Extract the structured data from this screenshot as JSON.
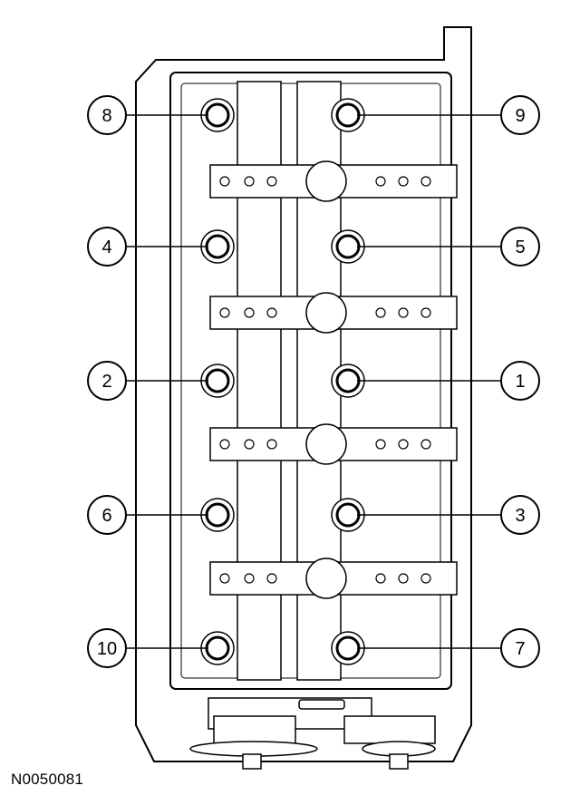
{
  "figure_id": "N0050081",
  "callouts": [
    {
      "label": "8",
      "side": "left",
      "bolt_col": "left",
      "bolt_row": 0
    },
    {
      "label": "9",
      "side": "right",
      "bolt_col": "right",
      "bolt_row": 0
    },
    {
      "label": "4",
      "side": "left",
      "bolt_col": "left",
      "bolt_row": 1
    },
    {
      "label": "5",
      "side": "right",
      "bolt_col": "right",
      "bolt_row": 1
    },
    {
      "label": "2",
      "side": "left",
      "bolt_col": "left",
      "bolt_row": 2
    },
    {
      "label": "1",
      "side": "right",
      "bolt_col": "right",
      "bolt_row": 2
    },
    {
      "label": "6",
      "side": "left",
      "bolt_col": "left",
      "bolt_row": 3
    },
    {
      "label": "3",
      "side": "right",
      "bolt_col": "right",
      "bolt_row": 3
    },
    {
      "label": "10",
      "side": "left",
      "bolt_col": "left",
      "bolt_row": 4
    },
    {
      "label": "7",
      "side": "right",
      "bolt_col": "right",
      "bolt_row": 4
    }
  ]
}
